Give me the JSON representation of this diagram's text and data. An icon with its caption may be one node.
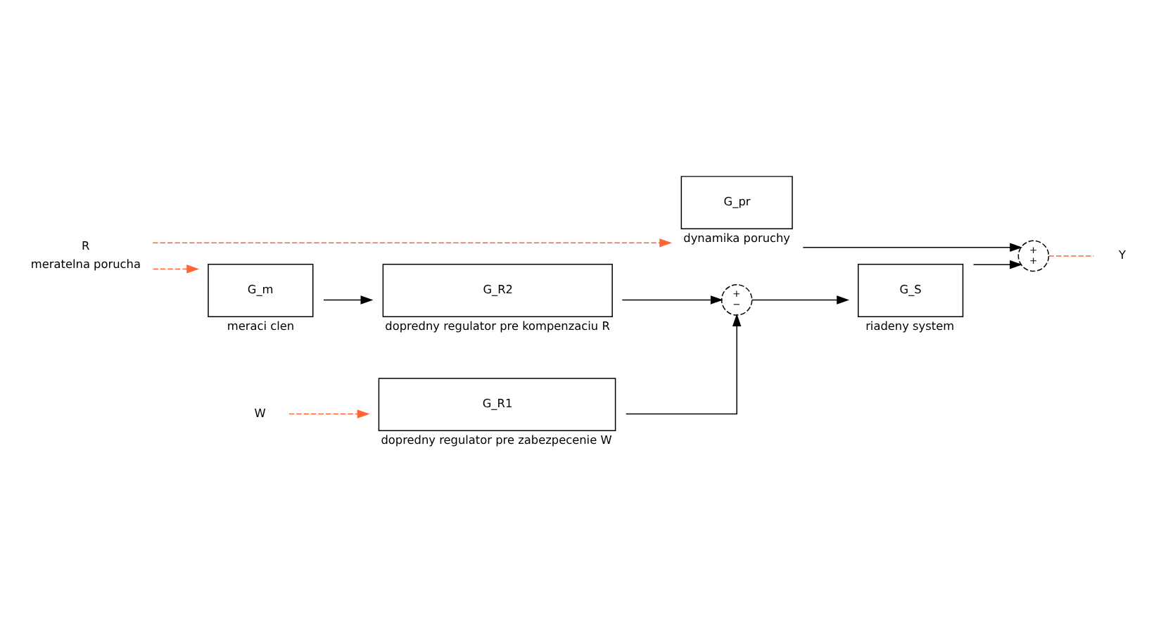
{
  "diagram": {
    "nodes": [
      {
        "text": [
          "G_pr"
        ],
        "beside": [
          "dynamika poruchy"
        ]
      },
      {
        "text": [
          "G_m"
        ],
        "beside": [
          "meraci clen"
        ]
      },
      {
        "text": [
          "G_R2"
        ],
        "beside": [
          "dopredny regulator pre kompenzaciu R"
        ]
      },
      {
        "text": [
          "G_R1"
        ],
        "beside": [
          "dopredny regulator pre zabezpecenie W"
        ]
      },
      {
        "text": [
          "+",
          "−"
        ]
      },
      {
        "text": [
          "G_S"
        ],
        "beside": [
          "riadeny system"
        ]
      },
      {
        "text": [
          "+",
          "+"
        ]
      },
      {
        "text": [
          "R"
        ],
        "beside": [
          "meratelna porucha"
        ]
      },
      {
        "text": [
          "W"
        ]
      },
      {
        "text": [
          "Y"
        ]
      }
    ],
    "edges": [
      {
        "from": 7,
        "to": 0,
        "arrow": "to",
        "style": "dashed",
        "color": "#ff6633"
      },
      {
        "from": 7,
        "to": 1,
        "arrow": "to",
        "style": "dashed",
        "color": "#ff6633"
      },
      {
        "from": 1,
        "to": 2,
        "arrow": "to"
      },
      {
        "from": 2,
        "to": 4,
        "arrow": "to"
      },
      {
        "from": 8,
        "to": 3,
        "arrow": "to",
        "style": "dashed",
        "color": "#ff6633"
      },
      {
        "from": 3,
        "to": 4,
        "arrow": "to"
      },
      {
        "from": 4,
        "to": 5,
        "arrow": "to"
      },
      {
        "from": 5,
        "to": 6,
        "arrow": "to"
      },
      {
        "from": 0,
        "to": 6,
        "arrow": "to"
      },
      {
        "from": 6,
        "to": 9,
        "arrow": "none",
        "style": "dashed",
        "color": "#ff6633"
      }
    ]
  }
}
